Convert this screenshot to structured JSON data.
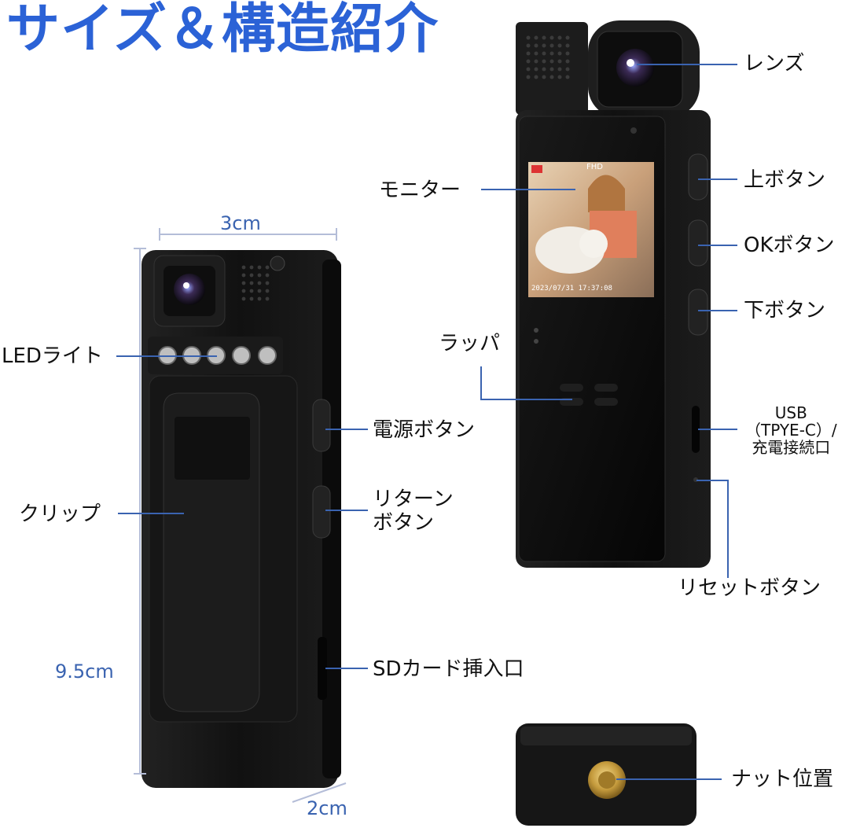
{
  "title": "サイズ＆構造紹介",
  "dimensions": {
    "width": "3cm",
    "height": "9.5cm",
    "depth": "2cm"
  },
  "labels": {
    "lens": "レンズ",
    "monitor": "モニター",
    "up_button": "上ボタン",
    "ok_button": "OKボタン",
    "down_button": "下ボタン",
    "speaker": "ラッパ",
    "usb_line1": "USB",
    "usb_line2": "（TPYE-C）/",
    "usb_line3": "充電接続口",
    "reset_button": "リセットボタン",
    "led_light": "LEDライト",
    "power_button": "電源ボタン",
    "clip": "クリップ",
    "return_line1": "リターン",
    "return_line2": "ボタン",
    "sd_slot": "SDカード挿入口",
    "nut_position": "ナット位置"
  },
  "screen": {
    "resolution": "FHD",
    "timestamp": "2023/07/31 17:37:08"
  },
  "colors": {
    "title": "#2b62d6",
    "callout_line": "#3a63b0",
    "device": "#141414"
  }
}
